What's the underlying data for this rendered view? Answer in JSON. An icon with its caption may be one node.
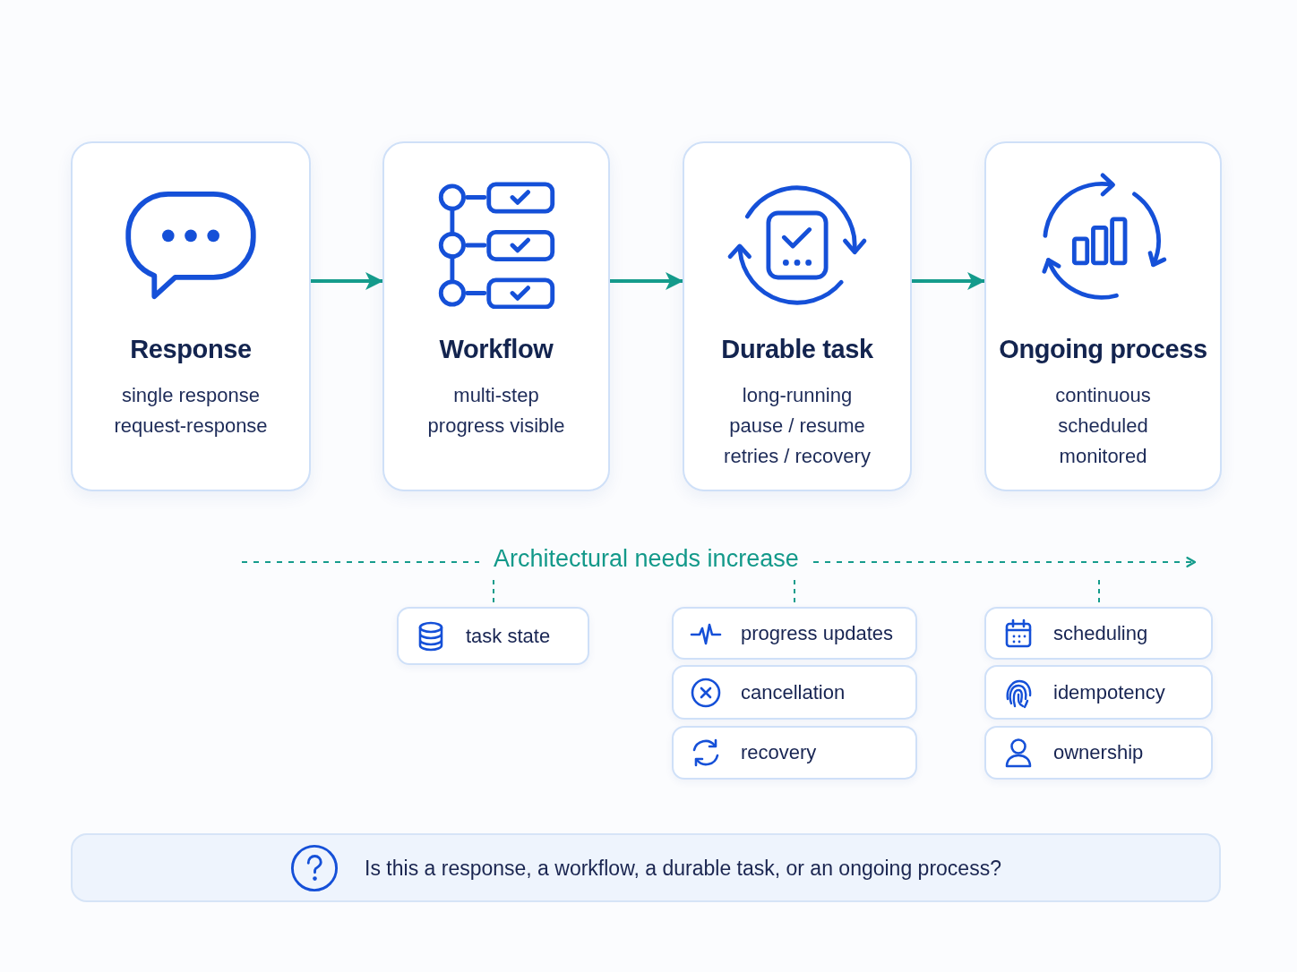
{
  "diagram": {
    "nodes": [
      {
        "text": [
          "Response",
          "single response",
          "request-response"
        ]
      },
      {
        "text": [
          "Workflow",
          "multi-step",
          "progress visible"
        ]
      },
      {
        "text": [
          "Durable task",
          "long-running",
          "pause / resume",
          "retries / recovery"
        ]
      },
      {
        "text": [
          "Ongoing process",
          "continuous",
          "scheduled",
          "monitored"
        ]
      },
      {
        "text": [
          "task state"
        ]
      },
      {
        "text": [
          "progress updates"
        ]
      },
      {
        "text": [
          "cancellation"
        ]
      },
      {
        "text": [
          "recovery"
        ]
      },
      {
        "text": [
          "scheduling"
        ]
      },
      {
        "text": [
          "idempotency"
        ]
      },
      {
        "text": [
          "ownership"
        ]
      },
      {
        "text": [
          "Is this a response, a workflow, a durable task, or an ongoing process?"
        ]
      }
    ],
    "edges": [
      {
        "from": 0,
        "to": 1,
        "arrow": "to"
      },
      {
        "from": 1,
        "to": 2,
        "arrow": "to"
      },
      {
        "from": 2,
        "to": 3,
        "arrow": "to"
      },
      {
        "from": null,
        "to": 4,
        "arrow": "none",
        "style": "dashed"
      },
      {
        "from": null,
        "to": 5,
        "arrow": "none",
        "style": "dashed"
      },
      {
        "from": null,
        "to": 8,
        "arrow": "none",
        "style": "dashed"
      }
    ],
    "labels": [
      "Architectural needs increase"
    ]
  }
}
